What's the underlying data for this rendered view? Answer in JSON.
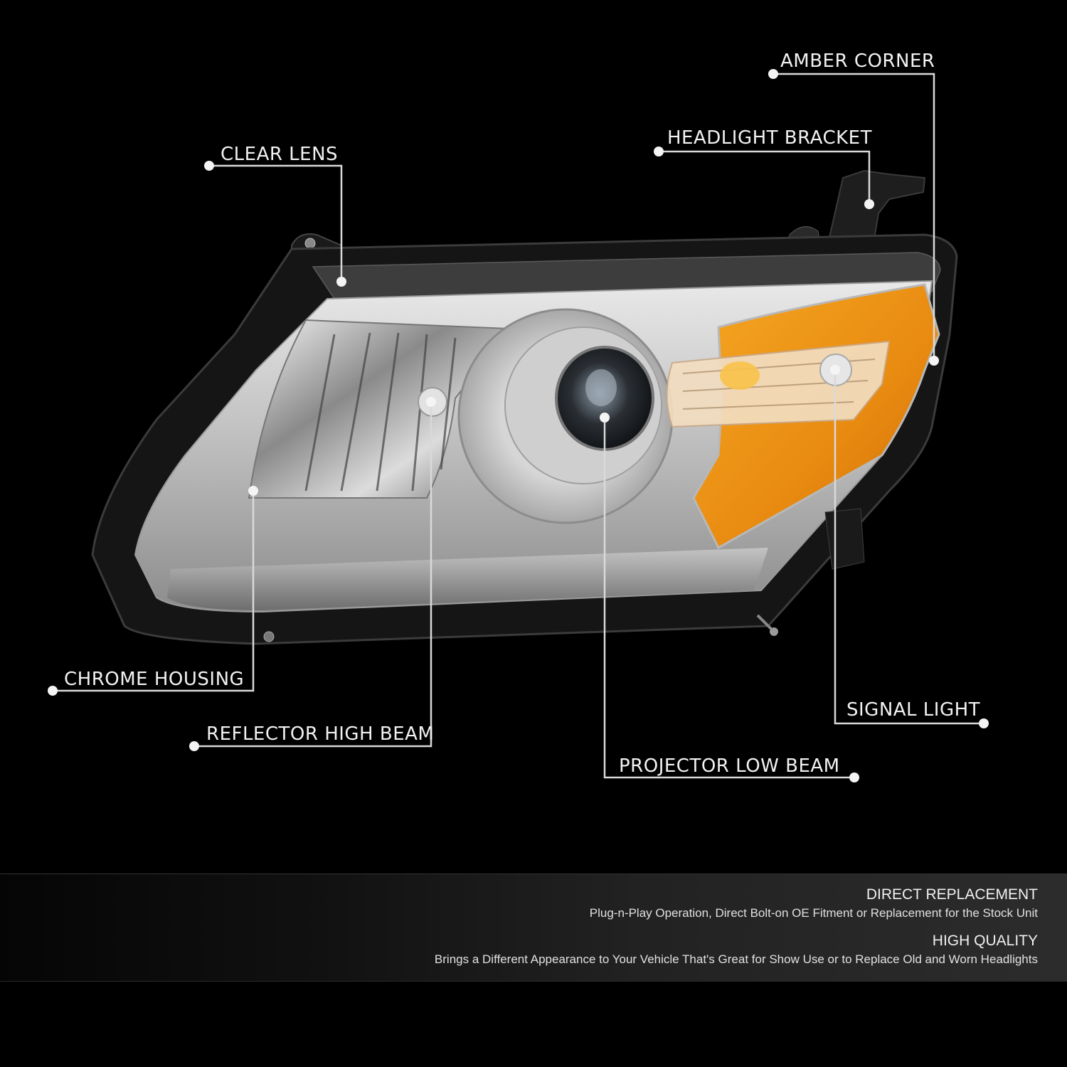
{
  "infographic": {
    "background_color": "#000000",
    "callout_line_color": "#d9d9d9",
    "accent_amber": "#f0a020",
    "callouts": [
      {
        "id": "amber-corner",
        "label": "AMBER CORNER"
      },
      {
        "id": "headlight-bracket",
        "label": "HEADLIGHT BRACKET"
      },
      {
        "id": "clear-lens",
        "label": "CLEAR LENS"
      },
      {
        "id": "chrome-housing",
        "label": "CHROME HOUSING"
      },
      {
        "id": "reflector-high-beam",
        "label": "REFLECTOR HIGH BEAM"
      },
      {
        "id": "signal-light",
        "label": "SIGNAL LIGHT"
      },
      {
        "id": "projector-low-beam",
        "label": "PROJECTOR LOW BEAM"
      }
    ],
    "features": [
      {
        "title": "DIRECT REPLACEMENT",
        "description": "Plug-n-Play Operation, Direct Bolt-on OE Fitment or Replacement for the Stock Unit"
      },
      {
        "title": "HIGH QUALITY",
        "description": "Brings a Different Appearance to Your Vehicle That's Great for Show Use or to Replace Old and Worn Headlights"
      }
    ]
  }
}
